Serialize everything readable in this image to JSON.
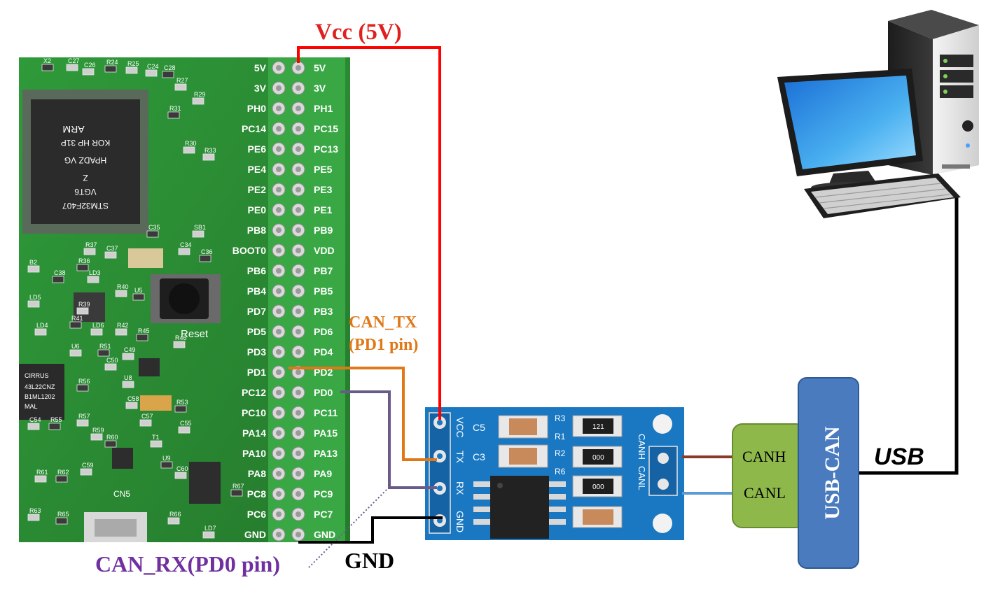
{
  "labels": {
    "vcc": "Vcc (5V)",
    "can_tx_line1": "CAN_TX",
    "can_tx_line2": "(PD1 pin)",
    "can_rx": "CAN_RX(PD0 pin)",
    "gnd": "GND",
    "usb": "USB",
    "usb_can": "USB-CAN",
    "canh": "CANH",
    "canl": "CANL"
  },
  "board": {
    "left_pins": [
      "5V",
      "3V",
      "PH0",
      "PC14",
      "PE6",
      "PE4",
      "PE2",
      "PE0",
      "PB8",
      "BOOT0",
      "PB6",
      "PB4",
      "PD7",
      "PD5",
      "PD3",
      "PD1",
      "PC12",
      "PC10",
      "PA14",
      "PA10",
      "PA8",
      "PC8",
      "PC6",
      "GND"
    ],
    "right_pins": [
      "5V",
      "3V",
      "PH1",
      "PC15",
      "PC13",
      "PE5",
      "PE3",
      "PE1",
      "PB9",
      "VDD",
      "PB7",
      "PB5",
      "PB3",
      "PD6",
      "PD4",
      "PD2",
      "PD0",
      "PC11",
      "PA15",
      "PA13",
      "PA9",
      "PC9",
      "PC7",
      "GND"
    ],
    "chip_lines": [
      "STM32F407",
      "VGT6",
      "Z",
      "HPADZ VG",
      "KOR HP 31P"
    ],
    "chip_logo": "ARM",
    "reset": "Reset",
    "cn5": "CN5",
    "audio_chip": [
      "CIRRUS",
      "43L22CNZ",
      "B1ML1202",
      "MAL"
    ],
    "components": [
      "X2",
      "C27",
      "C26",
      "R24",
      "R25",
      "C24",
      "C28",
      "R27",
      "R29",
      "R31",
      "R30",
      "R33",
      "C35",
      "SB1",
      "C34",
      "C36",
      "R37",
      "C37",
      "R36",
      "LD3",
      "B2",
      "C38",
      "R39",
      "R40",
      "U5",
      "LD5",
      "LD4",
      "R41",
      "LD6",
      "R42",
      "R45",
      "R46",
      "U6",
      "R51",
      "C49",
      "C50",
      "R56",
      "U8",
      "C58",
      "R53",
      "C55",
      "C54",
      "R55",
      "R57",
      "R59",
      "R60",
      "C57",
      "T1",
      "U9",
      "C60",
      "R61",
      "R62",
      "C59",
      "R63",
      "R65",
      "R66",
      "LD7",
      "R67"
    ]
  },
  "module": {
    "pins": [
      "VCC",
      "TX",
      "RX",
      "GND"
    ],
    "right_pins": [
      "CANH",
      "CANL"
    ],
    "components": [
      "C5",
      "C3",
      "R3",
      "R1",
      "R2",
      "R6",
      "121",
      "000",
      "000"
    ]
  },
  "colors": {
    "vcc_wire": "#ff0000",
    "tx_wire": "#e07818",
    "rx_wire": "#6a5a8a",
    "gnd_wire": "#000000",
    "canh_wire": "#8b3a2a",
    "canl_wire": "#5b9bd5",
    "usb_wire": "#000000",
    "vcc_text": "#e02020",
    "tx_text": "#e07818",
    "rx_text": "#7030a0",
    "board_green": "#2e8b35",
    "module_blue": "#1a78c2",
    "usbcan_blue": "#4a7bbf",
    "adapter_green": "#8eb84a"
  },
  "icons": [
    "computer-monitor-icon",
    "computer-tower-icon",
    "keyboard-icon",
    "stm32-discovery-board-image",
    "can-transceiver-module-image"
  ]
}
